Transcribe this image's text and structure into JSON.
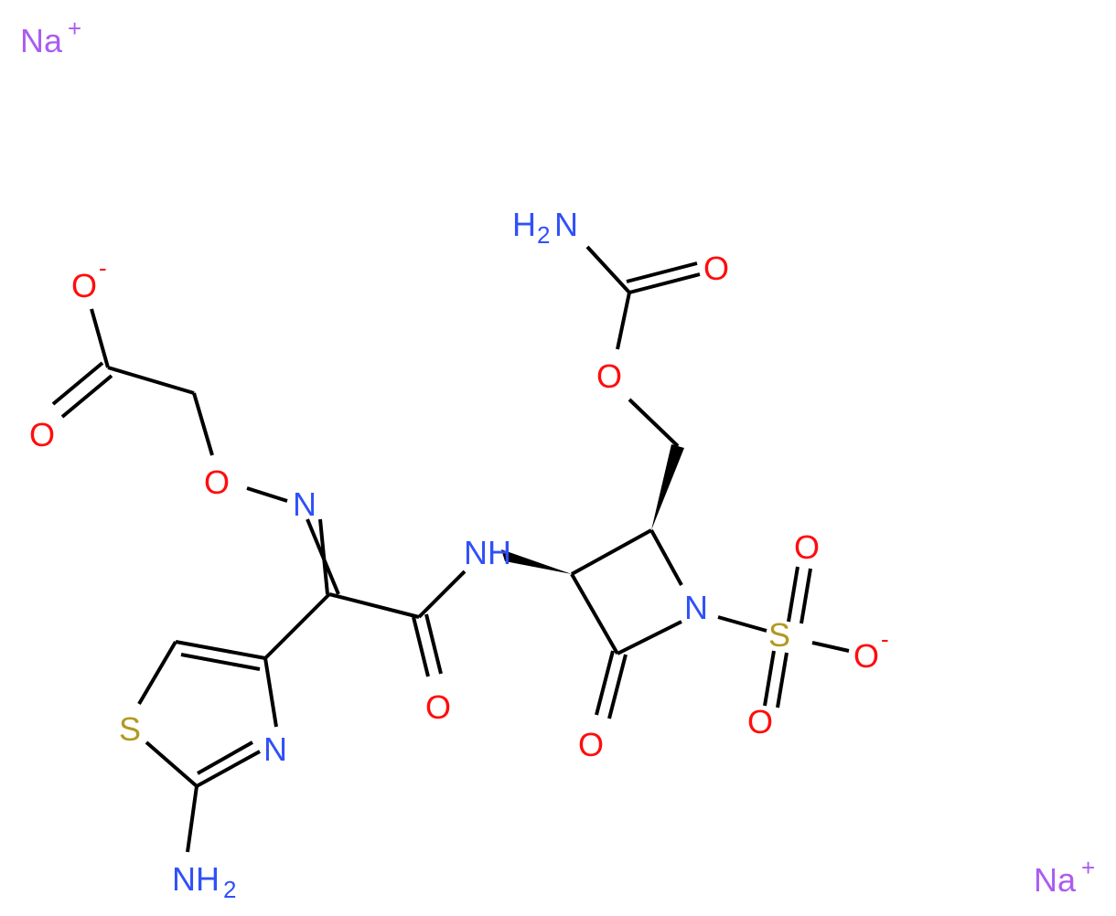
{
  "colors": {
    "bond": "#000000",
    "oxygen": "#ff0d0d",
    "nitrogen": "#3050f8",
    "sulfur": "#b29a22",
    "sodium": "#ab5cf2"
  },
  "atoms": {
    "na_top": "Na",
    "na_top_charge": "+",
    "na_bottom": "Na",
    "na_bottom_charge": "+",
    "carboxylate_o_minus": "O",
    "carboxylate_o_minus_charge": "-",
    "carboxylate_o": "O",
    "oxime_o": "O",
    "oxime_n": "N",
    "amide_nh": "NH",
    "amide_o": "O",
    "thiazole_s": "S",
    "thiazole_n": "N",
    "amine": "NH",
    "amine_sub": "2",
    "carbamate_nh2": "H",
    "carbamate_nh2_sub": "2",
    "carbamate_nh2_n": "N",
    "carbamate_o_double": "O",
    "carbamate_o_ester": "O",
    "lactam_n": "N",
    "lactam_o": "O",
    "sulfonate_s": "S",
    "sulfonate_o_top": "O",
    "sulfonate_o_bottom": "O",
    "sulfonate_o_minus": "O",
    "sulfonate_o_minus_charge": "-"
  }
}
